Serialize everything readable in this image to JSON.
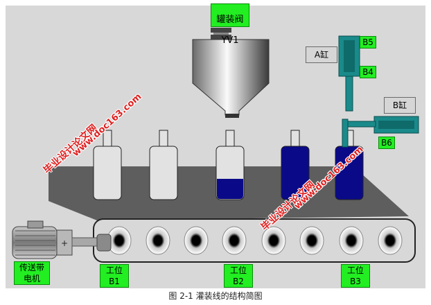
{
  "labels": {
    "valve_title": "罐装阀",
    "valve_id": "YV1",
    "cyl_a": "A缸",
    "cyl_b": "B缸",
    "b4": "B4",
    "b5": "B5",
    "b6": "B6",
    "motor": "传送带\n电机",
    "station1": "工位\nB1",
    "station2": "工位\nB2",
    "station3": "工位\nB3"
  },
  "watermark": {
    "site_cn": "毕业设计论文网",
    "site_url": "www.doc163.com"
  },
  "caption": "图 2-1  灌装线的结构简图",
  "colors": {
    "panel_bg": "#d8d8d8",
    "label_green": "#22ee22",
    "cylinder_teal": "#1a8a8a",
    "full_liquid": "#0a0a88",
    "watermark_red": "#e02020"
  }
}
